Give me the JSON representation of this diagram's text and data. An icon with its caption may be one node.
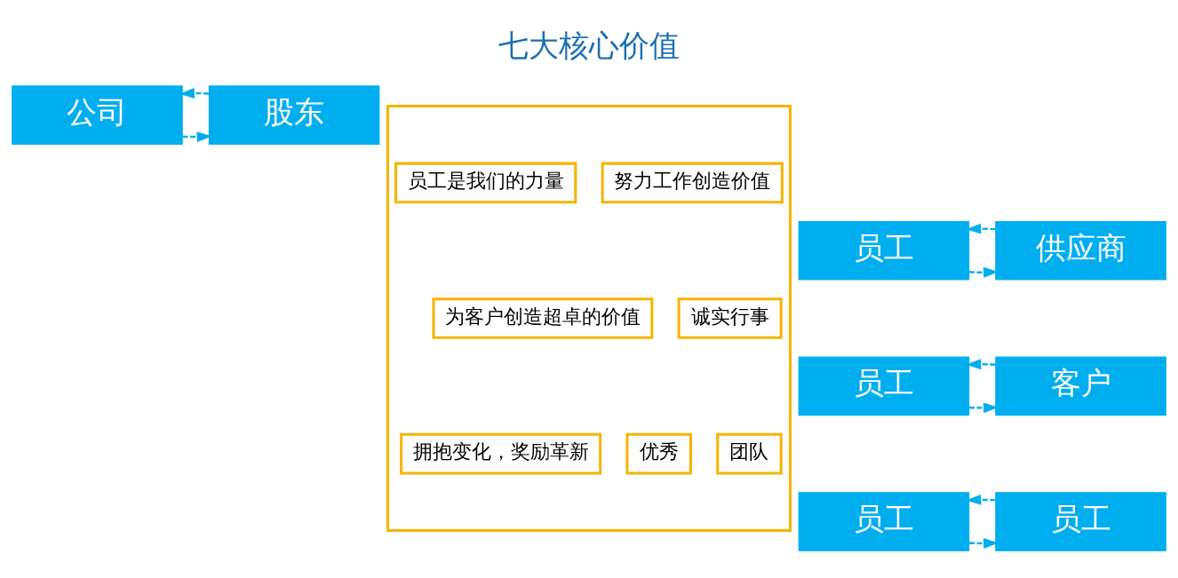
{
  "diagram": {
    "title": "七大核心价值",
    "nodes": [
      {
        "text": [
          "公司"
        ]
      },
      {
        "text": [
          "股东"
        ]
      },
      {
        "text": [],
        "shape": "box"
      },
      {
        "text": [
          "员工是我们的力量"
        ],
        "in": 2
      },
      {
        "text": [
          "努力工作创造价值"
        ],
        "in": 2
      },
      {
        "text": [
          "为客户创造超卓的价值"
        ],
        "in": 2
      },
      {
        "text": [
          "诚实行事"
        ],
        "in": 2
      },
      {
        "text": [
          "拥抱变化，奖励革新"
        ],
        "in": 2
      },
      {
        "text": [
          "优秀"
        ],
        "in": 2
      },
      {
        "text": [
          "团队"
        ],
        "in": 2
      },
      {
        "text": [
          "员工"
        ]
      },
      {
        "text": [
          "供应商"
        ]
      },
      {
        "text": [
          "员工"
        ]
      },
      {
        "text": [
          "客户"
        ]
      },
      {
        "text": [
          "员工"
        ]
      },
      {
        "text": [
          "员工"
        ]
      }
    ],
    "edges": [
      {
        "from": 0,
        "to": 1,
        "arrow": "to",
        "style": "dashed"
      },
      {
        "from": 1,
        "to": 0,
        "arrow": "to",
        "style": "dashed"
      },
      {
        "from": 10,
        "to": 11,
        "arrow": "to",
        "style": "dashed"
      },
      {
        "from": 11,
        "to": 10,
        "arrow": "to",
        "style": "dashed"
      },
      {
        "from": 12,
        "to": 13,
        "arrow": "to",
        "style": "dashed"
      },
      {
        "from": 13,
        "to": 12,
        "arrow": "to",
        "style": "dashed"
      },
      {
        "from": 14,
        "to": 15,
        "arrow": "to",
        "style": "dashed"
      },
      {
        "from": 15,
        "to": 14,
        "arrow": "to",
        "style": "dashed"
      }
    ]
  }
}
